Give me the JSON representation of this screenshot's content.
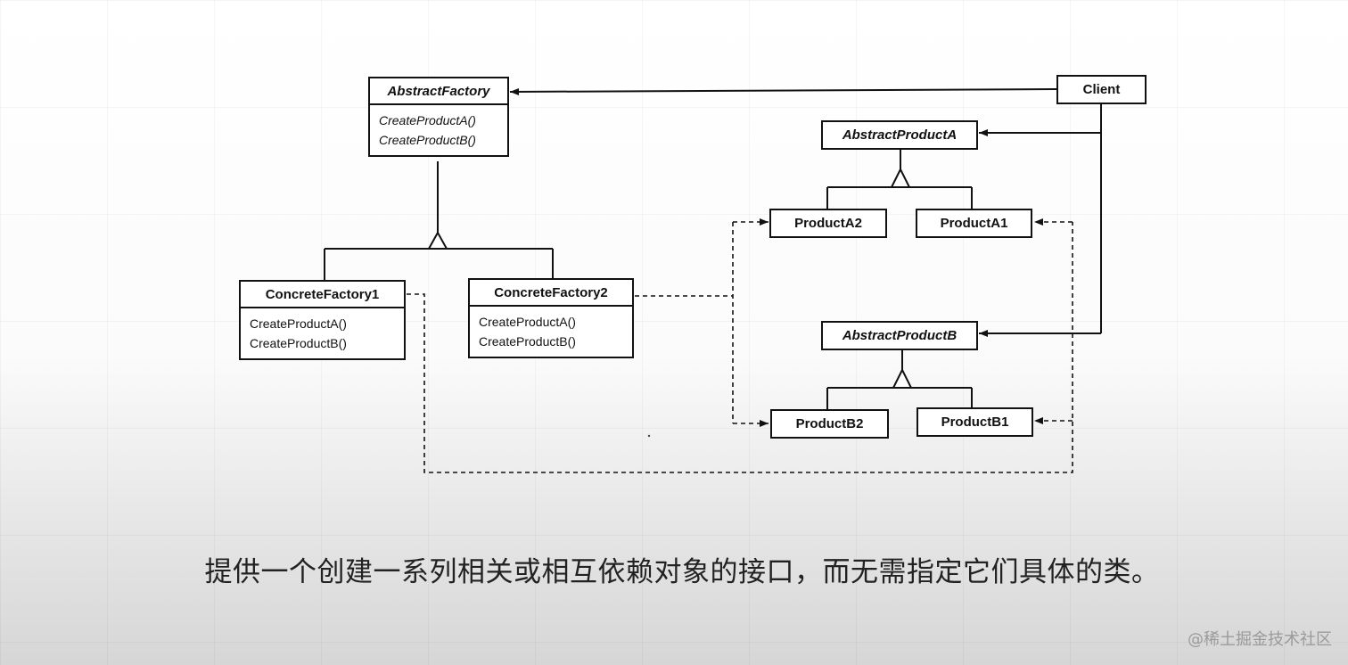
{
  "classes": {
    "abstract_factory": {
      "name": "AbstractFactory",
      "ops": [
        "CreateProductA()",
        "CreateProductB()"
      ]
    },
    "concrete_factory_1": {
      "name": "ConcreteFactory1",
      "ops": [
        "CreateProductA()",
        "CreateProductB()"
      ]
    },
    "concrete_factory_2": {
      "name": "ConcreteFactory2",
      "ops": [
        "CreateProductA()",
        "CreateProductB()"
      ]
    },
    "client": {
      "name": "Client"
    },
    "abstract_product_a": {
      "name": "AbstractProductA"
    },
    "product_a2": {
      "name": "ProductA2"
    },
    "product_a1": {
      "name": "ProductA1"
    },
    "abstract_product_b": {
      "name": "AbstractProductB"
    },
    "product_b2": {
      "name": "ProductB2"
    },
    "product_b1": {
      "name": "ProductB1"
    }
  },
  "caption": "提供一个创建一系列相关或相互依赖对象的接口，而无需指定它们具体的类。",
  "watermark": "@稀土掘金技术社区"
}
